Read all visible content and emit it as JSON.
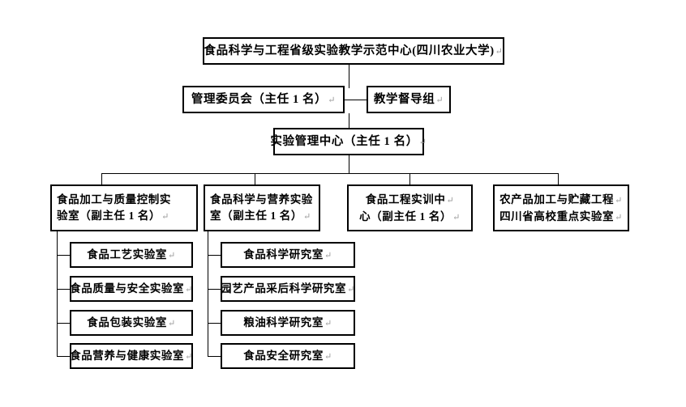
{
  "chart_data": {
    "type": "diagram",
    "title": "食品科学与工程省级实验教学示范中心（四川农业大学）组织结构图",
    "diagram_kind": "organization-chart",
    "orientation": "top-down"
  },
  "marks": {
    "paragraph_return": "↵"
  },
  "root": {
    "label": "食品科学与工程省级实验教学示范中心(四川农业大学)"
  },
  "level2": {
    "committee": {
      "label": "管理委员会（主任 1 名）"
    },
    "supervision": {
      "label": "教学督导组"
    }
  },
  "level3": {
    "center": {
      "label": "实验管理中心（主任 1 名）"
    }
  },
  "departments": [
    {
      "id": "food-processing-quality-control-lab",
      "line1": "食品加工与质量控制实",
      "line2": "验室（副主任 1 名）",
      "children": [
        {
          "id": "food-technology-lab",
          "label": "食品工艺实验室"
        },
        {
          "id": "food-quality-safety-lab",
          "label": "食品质量与安全实验室"
        },
        {
          "id": "food-packaging-lab",
          "label": "食品包装实验室"
        },
        {
          "id": "food-nutrition-health-lab",
          "label": "食品营养与健康实验室"
        }
      ]
    },
    {
      "id": "food-science-nutrition-lab",
      "line1": "食品科学与营养实验",
      "line2": "室（副主任 1 名）",
      "children": [
        {
          "id": "food-science-research-room",
          "label": "食品科学研究室"
        },
        {
          "id": "horticultural-postharvest-science-research-room",
          "label": "园艺产品采后科学研究室"
        },
        {
          "id": "grain-oil-science-research-room",
          "label": "粮油科学研究室"
        },
        {
          "id": "food-safety-research-room",
          "label": "食品安全研究室"
        }
      ]
    },
    {
      "id": "food-engineering-training-center",
      "line1": "食品工程实训中",
      "line2": "心（副主任 1 名）",
      "children": []
    },
    {
      "id": "agricultural-product-processing-storage-key-lab",
      "line1": "农产品加工与贮藏工程",
      "line2": "四川省高校重点实验室",
      "children": []
    }
  ],
  "colors": {
    "border": "#000000",
    "background": "#ffffff",
    "text": "#000000",
    "mark": "#9a9a9a"
  }
}
